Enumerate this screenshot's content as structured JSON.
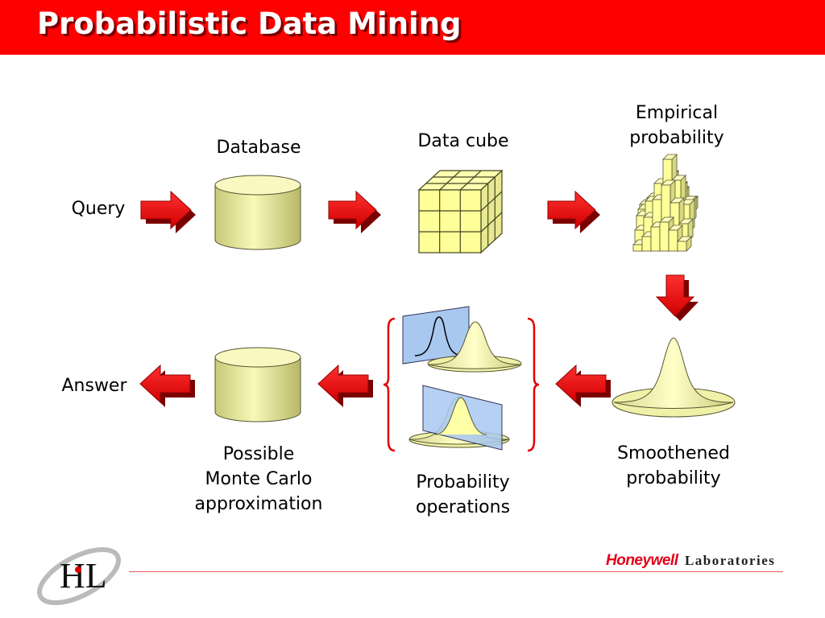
{
  "title": "Probabilistic Data Mining",
  "labels": {
    "query": "Query",
    "database": "Database",
    "data_cube": "Data cube",
    "empirical": [
      "Empirical",
      "probability"
    ],
    "smoothened": [
      "Smoothened",
      "probability"
    ],
    "probability_operations": [
      "Probability",
      "operations"
    ],
    "monte_carlo": [
      "Possible",
      "Monte Carlo",
      "approximation"
    ],
    "answer": "Answer"
  },
  "footer": {
    "logo_text": "HL",
    "brand_name": "Honeywell",
    "brand_suffix": "Laboratories"
  },
  "colors": {
    "title_bar": "#ff0000",
    "arrow": "#ff0000",
    "cylinder": "#f4f4a6",
    "cube": "#ffff99",
    "curve": "#ffffa8",
    "plane": "#a8c8f0",
    "brace": "#e00000"
  }
}
